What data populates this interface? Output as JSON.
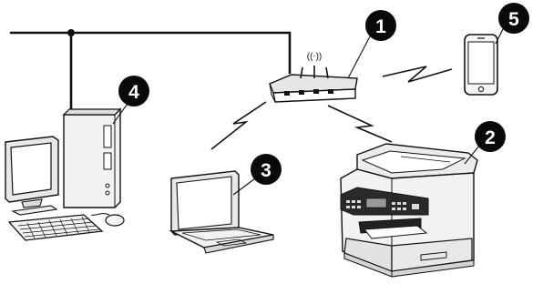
{
  "diagram": {
    "callouts": [
      {
        "id": "router",
        "number": "1"
      },
      {
        "id": "mfp-printer",
        "number": "2"
      },
      {
        "id": "laptop",
        "number": "3"
      },
      {
        "id": "desktop-pc",
        "number": "4"
      },
      {
        "id": "smartphone",
        "number": "5"
      }
    ],
    "router_antenna_glyph": "((⋅))",
    "colors": {
      "line": "#111111",
      "callout_fill": "#0a0a0a",
      "screen_fill": "#ffffff",
      "shade": "#e6e6e6",
      "dark_panel": "#2a2a2a"
    },
    "icons": [
      "router-icon",
      "mfp-printer-icon",
      "laptop-icon",
      "desktop-pc-icon",
      "smartphone-icon",
      "wireless-signal-icon"
    ]
  }
}
